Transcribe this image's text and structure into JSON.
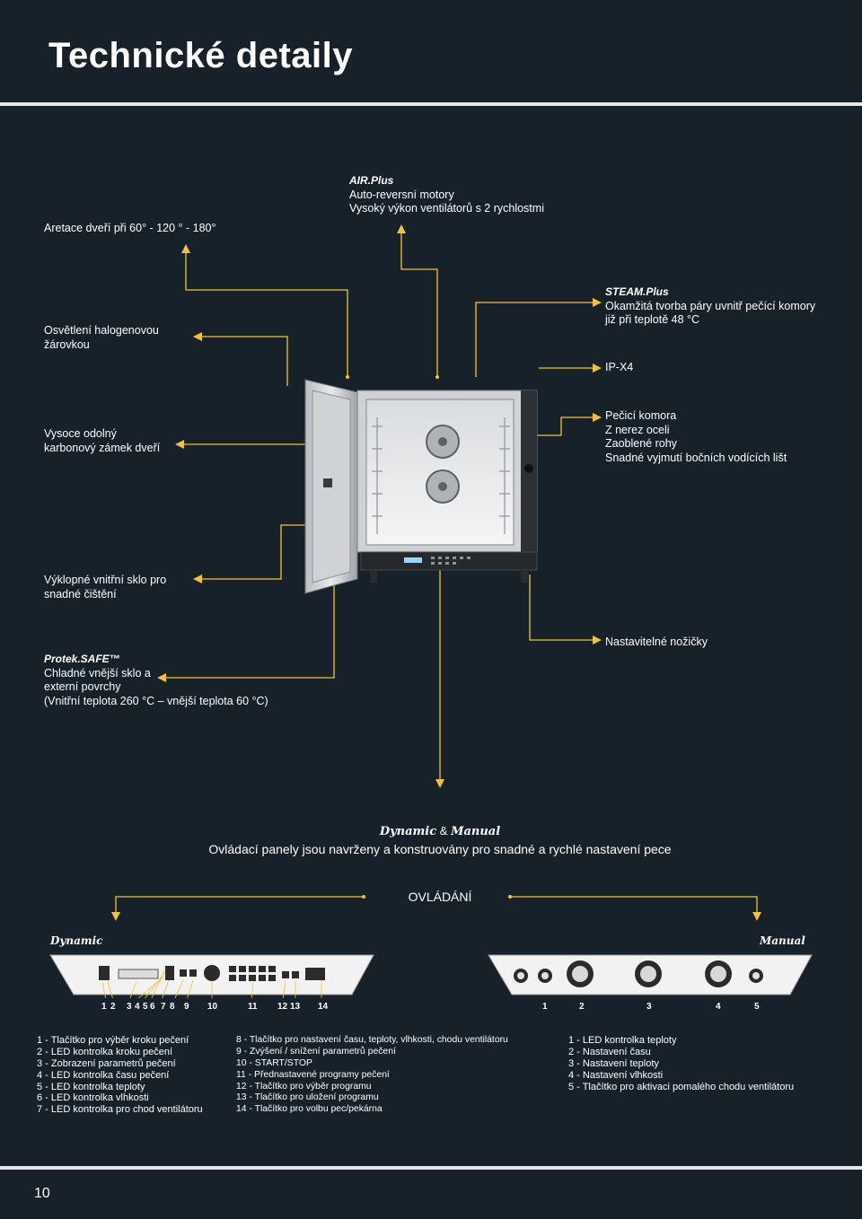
{
  "title": "Technické detaily",
  "callouts": {
    "door_stops": "Aretace dveří při  60° - 120 ° - 180°",
    "airplus_brand": "AIR.Plus",
    "airplus_lines": [
      "Auto-reversní motory",
      "Vysoký výkon ventilátorů s 2 rychlostmi"
    ],
    "halogen_lines": [
      "Osvětlení halogenovou",
      "žárovkou"
    ],
    "steamplus_brand": "STEAM.Plus",
    "steamplus_lines": [
      "Okamžitá tvorba páry uvnitř pečící komory",
      "již při teplotě 48 °C"
    ],
    "ipx4": "IP-X4",
    "lock_lines": [
      "Vysoce odolný",
      "karbonový zámek dveří"
    ],
    "chamber_lines": [
      "Pečicí komora",
      "Z nerez oceli",
      "Zaoblené rohy",
      "Snadné vyjmutí bočních vodících lišt"
    ],
    "glass_lines": [
      "Výklopné vnitřní sklo pro",
      "snadné čištění"
    ],
    "legs": "Nastavitelné nožičky",
    "protek_brand": "Protek.SAFE™",
    "protek_lines": [
      "Chladné vnější sklo a",
      "externí povrchy",
      "(Vnitřní teplota 260 °C – vnější teplota 60 °C)"
    ]
  },
  "panels": {
    "dynamic_label": "Dynamic",
    "amp": "&",
    "manual_label": "Manual",
    "subtitle": "Ovládací panely jsou navrženy a konstruovány pro snadné a rychlé nastavení pece",
    "controls_heading": "OVLÁDÁNÍ",
    "dynamic_numbers": [
      "1",
      "2",
      "3",
      "4",
      "5",
      "6",
      "7",
      "8",
      "9",
      "10",
      "11",
      "12",
      "13",
      "14"
    ],
    "manual_numbers": [
      "1",
      "2",
      "3",
      "4",
      "5"
    ]
  },
  "legend": {
    "col1": [
      "1   -  Tlačítko pro výběr kroku pečení",
      "2   -  LED kontrolka kroku pečení",
      "3   -  Zobrazení parametrů pečení",
      "4   -  LED kontrolka času pečení",
      "5   -  LED kontrolka teploty",
      "6   -  LED kontrolka vlhkosti",
      "7   -  LED kontrolka pro chod ventilátoru"
    ],
    "col2": [
      "8   -  Tlačítko pro nastavení času, teploty, vlhkosti, chodu ventilátoru",
      "9   -  Zvýšení / snížení parametrů pečení",
      "10 -  START/STOP",
      "11 -  Přednastavené programy pečení",
      "12 -  Tlačítko pro výběr programu",
      "13 -  Tlačítko pro uložení programu",
      "14 -  Tlačítko pro volbu pec/pekárna"
    ],
    "col3": [
      "1   -  LED kontrolka teploty",
      "2   -  Nastavení času",
      "3   -  Nastavení teploty",
      "4   -  Nastavení vlhkosti",
      "5   -  Tlačítko pro aktivaci pomalého chodu ventilátoru"
    ]
  },
  "page_number": "10",
  "colors": {
    "background": "#17212a",
    "accent": "#f2c230",
    "rule": "#e6e6e6",
    "text": "#ffffff"
  }
}
